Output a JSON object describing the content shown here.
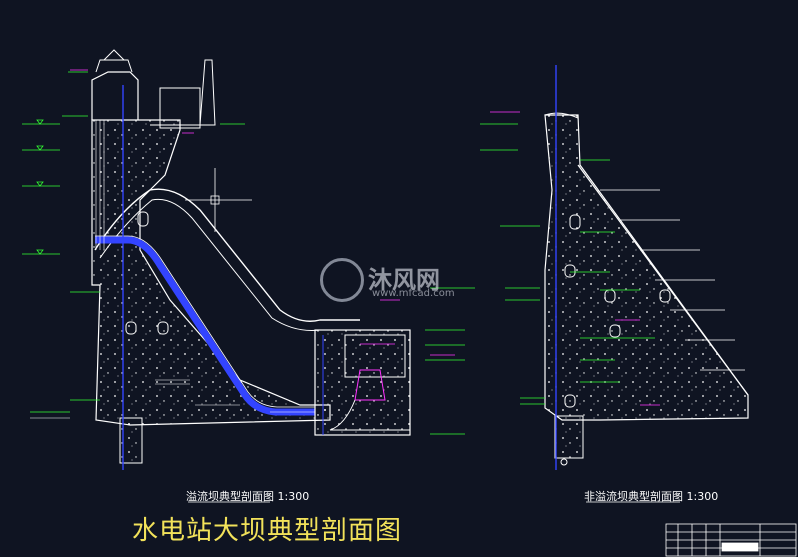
{
  "title": "水电站大坝典型剖面图",
  "watermark": {
    "name": "沐风网",
    "url": "www.mfcad.com"
  },
  "left_section": {
    "caption": "溢流坝典型剖面图  1:300"
  },
  "right_section": {
    "caption": "非溢流坝典型剖面图  1:300"
  },
  "colors": {
    "background": "#0f1422",
    "concrete": "#ffffff",
    "dimension": "#33ff33",
    "annotation": "#ff33ff",
    "centerline": "#3344ff",
    "title": "#f2e25a"
  }
}
